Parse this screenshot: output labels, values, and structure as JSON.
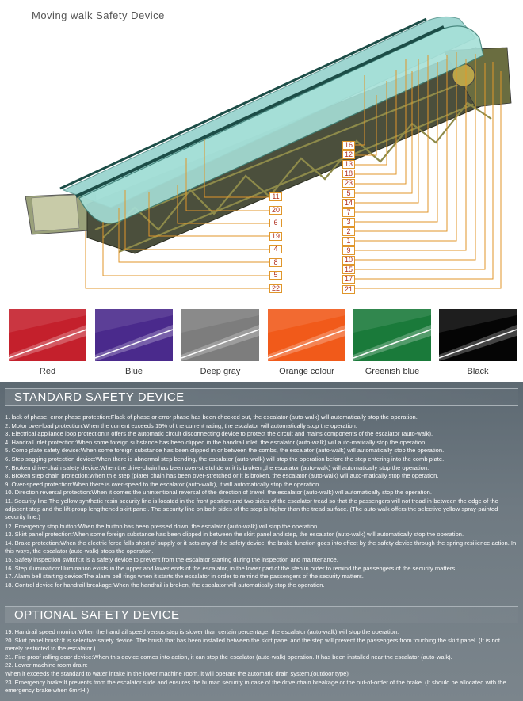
{
  "title": "Moving walk Safety Device",
  "callouts_left": [
    "11",
    "20",
    "6",
    "19",
    "4",
    "8",
    "5",
    "22"
  ],
  "callouts_right": [
    "16",
    "12",
    "13",
    "18",
    "23",
    "5",
    "14",
    "7",
    "3",
    "2",
    "1",
    "9",
    "10",
    "15",
    "17",
    "21"
  ],
  "swatches": [
    {
      "label": "Red",
      "color": "#c4202c"
    },
    {
      "label": "Blue",
      "color": "#4a2a8c"
    },
    {
      "label": "Deep gray",
      "color": "#7d7d7d"
    },
    {
      "label": "Orange colour",
      "color": "#f15a1a"
    },
    {
      "label": "Greenish blue",
      "color": "#1a7a3a"
    },
    {
      "label": "Black",
      "color": "#050505"
    }
  ],
  "standard": {
    "heading": "STANDARD SAFETY DEVICE",
    "items": [
      "1. lack of phase, error phase protection:Flack of phase or error phase has been checked out, the escalator (auto-walk) will automatically stop the operation.",
      "2. Motor over-load protection:When the current exceeds 15% of the current rating, the escalator will automatically stop the operation.",
      "3. Electrical appliance loop protection:It offers the automatic circuit disconnecting device to protect the circuit and mains components of the escalator (auto-walk).",
      "4.  Handrail inlet protection:When some foreign substance has been clipped in the handrail inlet, the escalator (auto-walk) will auto-matically stop the operation.",
      "5. Comb plate safety device:When some foreign substance has been clipped in or between the combs, the escalator (auto-walk) will automatically stop the operation.",
      "6. Step sagging protection device:When there is abnormal step bending, the escalator (auto-walk) will stop the operation before the step entering into the comb plate.",
      "7. Broken drive-chain safety device:When the drive-chain has been over-stretchde or it is broken ,the escalator (auto-walk) will automatically stop the operation.",
      "8. Broken step chain protection:When th e step (plate) chain has been over-stretched or it is broken, the escalator (auto-walk) will auto-matically stop the operation.",
      "9. Over-speed protection:When there is over-speed to the escalator (auto-walk), it will automatically stop the operation.",
      "10. Direction reversal protection:When it comes the unintentional reversal of the direction of travel, the escalator (auto-walk) will automatically  stop the operation.",
      "11. Security line:The yellow synthetic resin security line is located in the front position and two sides of the escalator tread so that the passengers will not tread in-between the edge of the adjacent step and the lift group lengthened skirt panel. The security line on both sides of the step is higher than the tread surface. (The auto-walk offers the selective  yellow spray-painted security line.)",
      "12. Emergency stop button:When the button has been pressed down, the escalator (auto-walk) will stop the operation.",
      "13. Skirt panel protection:When some foreign substance has been clipped in between the skirt panel and step, the escalator (auto-walk) will automatically stop the operation.",
      "14. Brake protection:When the electric force falls short of supply or it acts any of the safety device, the brake function goes into effect by the safety device through the spring resilience action. In this ways, the escalator (auto-walk) stops the operation.",
      "15. Safety inspection switch:It is a safety device to prevent from the escalator starting during the inspection and maintenance.",
      "16. Step illumination:Illumination exists in the upper and lower ends of the escalator, in the lower part of the step in order to remind the passengers of the security matters.",
      "17. Alarm bell starting device:The alarm bell rings when it starts the escalator in order to remind the passengers of the security matters.",
      "18. Control device for handrail breakage:When the handrail is broken, the escalator will automatically stop the operation."
    ]
  },
  "optional": {
    "heading": "OPTIONAL SAFETY DEVICE",
    "items": [
      "19. Handrail speed monitor:When the handrail speed versus step is slower than certain percentage, the escalator (auto-walk) will stop the operation.",
      "20. Skirt panel brush:It is selective safety device. The brush that has been installed between the skirt panel and the step will prevent the passengers from touching the skirt panel. (It is not merely restricted to the escalator.)",
      "21. Fire-proof rolling door device:When this device comes into action, it can stop the escalator (auto-walk) operation. It has been installed near the escalator (auto-walk).",
      "22. Lower machine room drain:",
      "When it exceeds the standard to water intake in the lower machine room, it will operate the automatic drain system.(outdoor type)",
      "23. Emergency brake:It prevents from the escalator slide and ensures the human security in case of the drive chain breakage or the out-of-order of the brake. (It should be allocated with the emergency brake when 6m<H.)"
    ]
  }
}
